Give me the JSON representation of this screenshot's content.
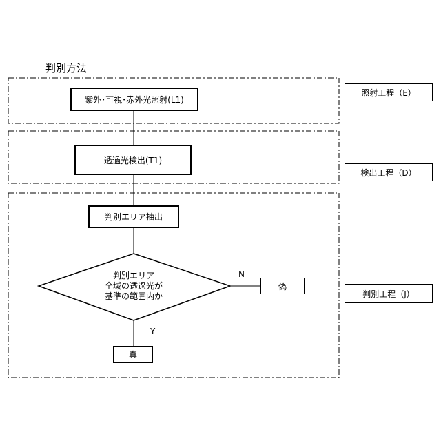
{
  "title": "判別方法",
  "steps": {
    "irradiation": "紫外･可視･赤外光照射(L1)",
    "detection": "透過光検出(T1)",
    "extraction": "判別エリア抽出",
    "decision": [
      "判別エリア",
      "全域の透過光が",
      "基準の範囲内か"
    ],
    "false": "偽",
    "true": "真"
  },
  "branches": {
    "no": "N",
    "yes": "Y"
  },
  "phases": {
    "irradiation": "照射工程（E）",
    "detection": "検出工程（D）",
    "judgment": "判別工程（J）"
  }
}
